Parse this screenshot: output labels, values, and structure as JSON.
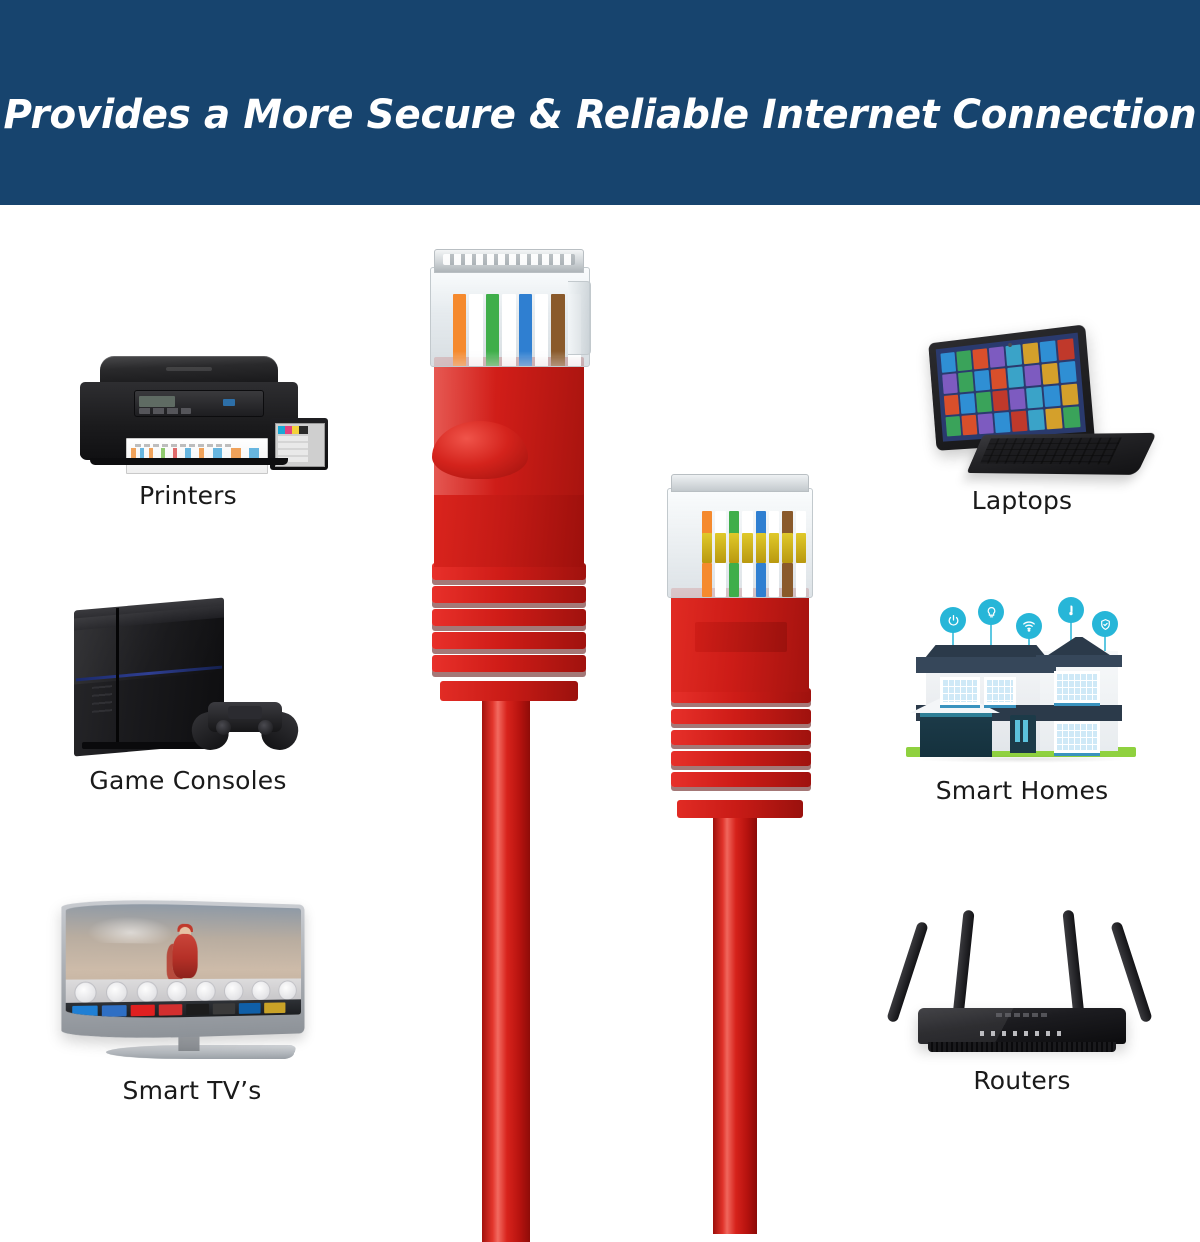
{
  "header": {
    "title": "Provides a More Secure & Reliable Internet Connection",
    "background_color": "#17446e",
    "text_color": "#ffffff"
  },
  "devices": {
    "left_column": [
      {
        "label": "Printers",
        "icon": "printer-icon",
        "description": "Black all-in-one inkjet printer with color printout in output tray and ink tank window"
      },
      {
        "label": "Game Consoles",
        "icon": "game-console-icon",
        "description": "Black game console standing vertically with wireless gamepad controller"
      },
      {
        "label": "Smart TV’s",
        "icon": "smart-tv-icon",
        "description": "Curved smart television on silver stand showing streaming app row"
      }
    ],
    "right_column": [
      {
        "label": "Laptops",
        "icon": "laptop-icon",
        "description": "Black laptop open showing colorful tiled start screen"
      },
      {
        "label": "Smart Homes",
        "icon": "smart-home-icon",
        "description": "Illustrated two-story house with connected device icons above it"
      },
      {
        "label": "Routers",
        "icon": "router-icon",
        "description": "Black wireless router with four external antennas"
      }
    ]
  },
  "smart_home_icons": [
    {
      "name": "power-icon",
      "glyph": "⏻"
    },
    {
      "name": "lightbulb-icon",
      "glyph": "Ὂ1"
    },
    {
      "name": "wifi-icon",
      "glyph": "◓"
    },
    {
      "name": "thermometer-icon",
      "glyph": "↑"
    },
    {
      "name": "shield-icon",
      "glyph": "✓"
    }
  ],
  "cable": {
    "name": "ethernet-patch-cable",
    "jacket_color": "#d4231c",
    "boot_color": "#cf1c17",
    "connector_type": "RJ45",
    "connectors": [
      {
        "name": "rj45-connector-front",
        "position": "left"
      },
      {
        "name": "rj45-connector-rear",
        "position": "right"
      }
    ],
    "wire_pair_colors": [
      "#f58a2e",
      "#ffffff",
      "#3fae4a",
      "#ffffff",
      "#2f7fd1",
      "#ffffff",
      "#8a5a2b",
      "#ffffff"
    ],
    "pin_color": "#e0c92a"
  },
  "tv_app_colors": [
    "#1f7fd4",
    "#2f6fc4",
    "#e02020",
    "#d32f2f",
    "#1c1c1c",
    "#3a3a3a",
    "#0f5fa8",
    "#c9a227"
  ],
  "laptop_tile_colors": [
    "#2f8fd4",
    "#3aa35a",
    "#d94f2b",
    "#7d5bc0",
    "#3aa3c8",
    "#d4a02b",
    "#2f8fd4",
    "#c0392b",
    "#7d5bc0",
    "#3aa35a",
    "#2f8fd4",
    "#d94f2b",
    "#3aa3c8",
    "#7d5bc0",
    "#d4a02b",
    "#2f8fd4",
    "#d94f2b",
    "#2f8fd4",
    "#3aa35a",
    "#c0392b",
    "#7d5bc0",
    "#3aa3c8",
    "#2f8fd4",
    "#d4a02b",
    "#3aa35a",
    "#d94f2b",
    "#7d5bc0",
    "#2f8fd4",
    "#c0392b",
    "#3aa3c8",
    "#d4a02b",
    "#3aa35a"
  ]
}
